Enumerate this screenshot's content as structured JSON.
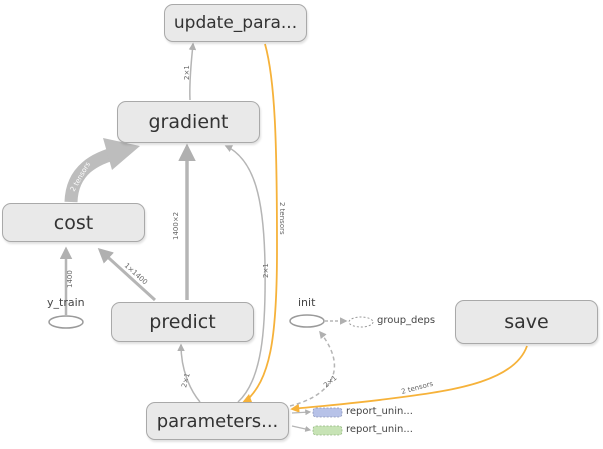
{
  "nodes": {
    "update_params": "update_para...",
    "gradient": "gradient",
    "cost": "cost",
    "predict": "predict",
    "parameters": "parameters...",
    "save": "save",
    "y_train": "y_train",
    "init": "init",
    "group_deps": "group_deps",
    "report_uninit_1": "report_unin...",
    "report_uninit_2": "report_unin..."
  },
  "edges": {
    "grad_to_update": "2×1",
    "cost_to_grad": "2 tensors",
    "predict_to_grad": "1400×2",
    "params_to_update": "2 tensors",
    "params_to_grad": "2×1",
    "ytrain_to_cost": "1400",
    "predict_to_cost": "1×1400",
    "params_to_predict": "2×1",
    "params_to_init": "2×1",
    "save_to_params": "2 tensors"
  },
  "colors": {
    "node_fill": "#e9e9e9",
    "node_border": "#a9a9a9",
    "edge": "#b5b5b5",
    "ref_edge": "#f6b23a",
    "report_blue": "#b7c2e8",
    "report_green": "#c7e3b5"
  }
}
